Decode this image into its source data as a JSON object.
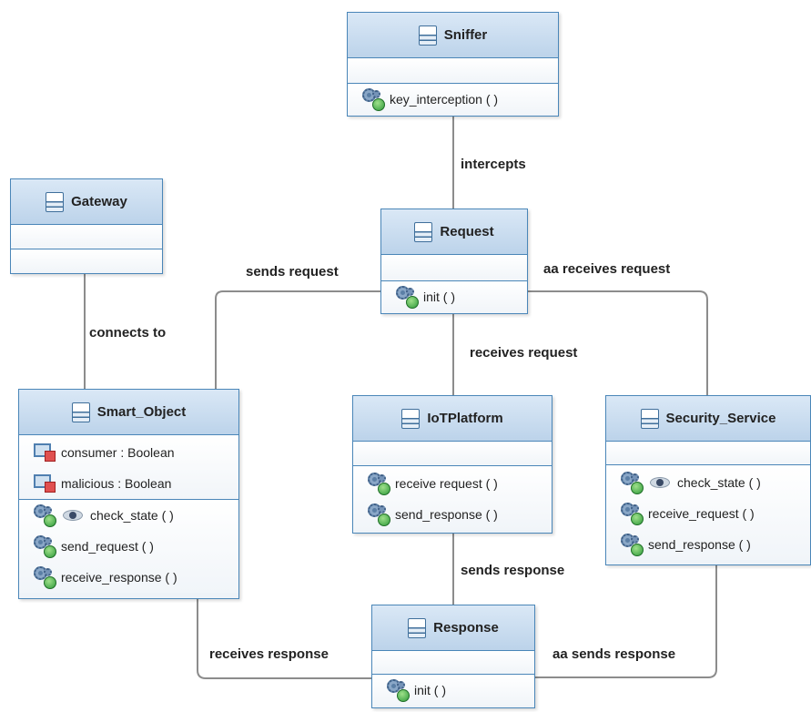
{
  "classes": {
    "sniffer": {
      "name": "Sniffer",
      "operations": [
        "key_interception ( )"
      ]
    },
    "gateway": {
      "name": "Gateway"
    },
    "request": {
      "name": "Request",
      "operations": [
        "init ( )"
      ]
    },
    "smart_object": {
      "name": "Smart_Object",
      "attributes": [
        "consumer : Boolean",
        "malicious : Boolean"
      ],
      "operations": [
        "check_state ( )",
        "send_request ( )",
        "receive_response ( )"
      ]
    },
    "iot_platform": {
      "name": "IoTPlatform",
      "operations": [
        "receive request ( )",
        "send_response ( )"
      ]
    },
    "security_service": {
      "name": "Security_Service",
      "operations": [
        "check_state ( )",
        "receive_request ( )",
        "send_response ( )"
      ]
    },
    "response": {
      "name": "Response",
      "operations": [
        "init ( )"
      ]
    }
  },
  "associations": {
    "intercepts": "intercepts",
    "sends_request": "sends request",
    "aa_receives_request": "aa receives request",
    "connects_to": "connects to",
    "receives_request": "receives request",
    "sends_response": "sends response",
    "receives_response": "receives response",
    "aa_sends_response": "aa sends response"
  },
  "colors": {
    "border": "#4a86b8",
    "header": "#c8dcf0",
    "line": "#888888"
  }
}
